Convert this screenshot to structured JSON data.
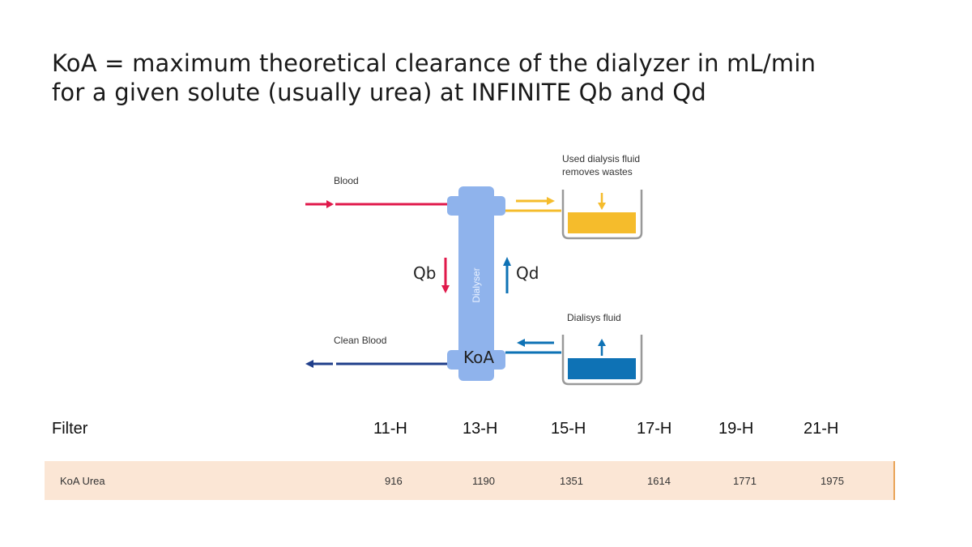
{
  "heading": {
    "line1": "KoA  = maximum theoretical clearance of the dialyzer in mL/min",
    "line2": "for a given solute (usually urea) at INFINITE Qb and Qd"
  },
  "diagram": {
    "blood_label": "Blood",
    "clean_blood_label": "Clean Blood",
    "used_fluid_line1": "Used dialysis fluid",
    "used_fluid_line2": "removes wastes",
    "dialysis_fluid_label": "Dialisys fluid",
    "dialyser_label": "Dialyser",
    "qb_label": "Qb",
    "qd_label": "Qd",
    "koa_label": "KoA",
    "colors": {
      "blood": "#e0194b",
      "clean_blood": "#1f3e8a",
      "used_fluid": "#f5bc2c",
      "fresh_fluid": "#0e72b5",
      "dialyser": "#8fb3ec",
      "tank_border": "#999999"
    }
  },
  "table": {
    "header_label": "Filter",
    "columns": [
      "11-H",
      "13-H",
      "15-H",
      "17-H",
      "19-H",
      "21-H"
    ],
    "row_label": "KoA Urea",
    "values": [
      "916",
      "1190",
      "1351",
      "1614",
      "1771",
      "1975"
    ]
  }
}
